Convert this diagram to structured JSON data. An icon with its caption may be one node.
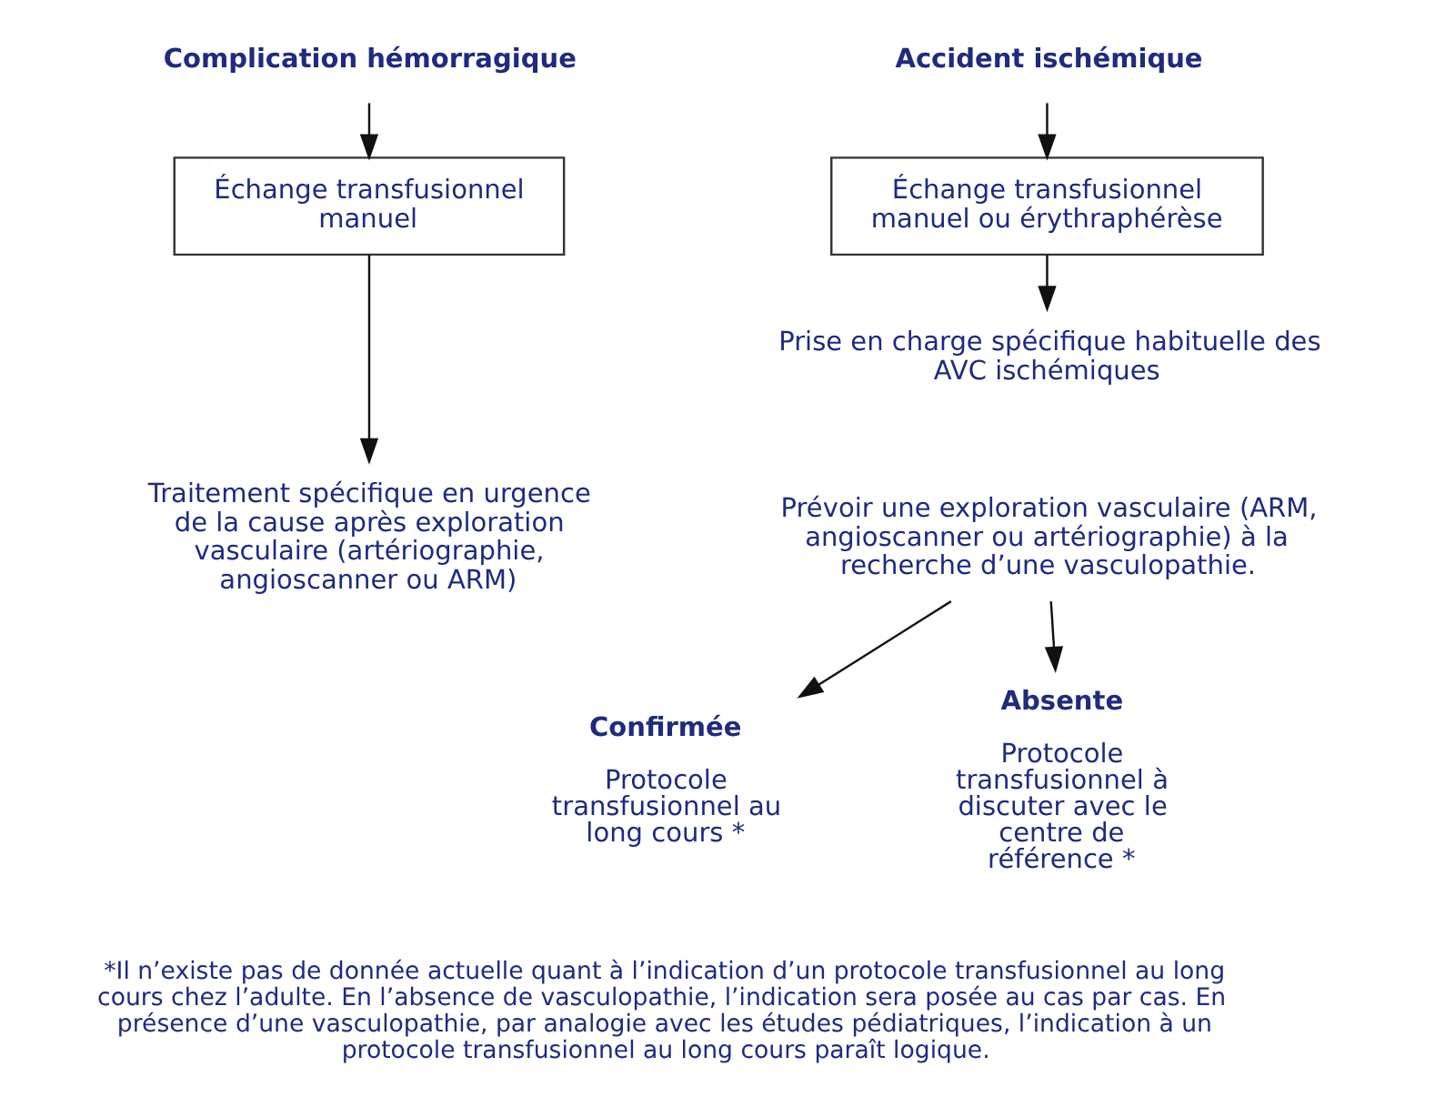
{
  "diagram": {
    "nodes": [
      {
        "text": [
          "Complication hémorragique"
        ]
      },
      {
        "text": [
          "Échange transfusionnel manuel"
        ]
      },
      {
        "text": [
          "Traitement spécifique en urgence de la cause après exploration vasculaire (artériographie, angioscanner ou ARM)"
        ]
      },
      {
        "text": [
          "Accident ischémique"
        ]
      },
      {
        "text": [
          "Échange transfusionnel manuel ou érythraphérèse"
        ]
      },
      {
        "text": [
          "Prise en charge spécifique habituelle des AVC ischémiques"
        ]
      },
      {
        "text": [
          "Prévoir une exploration vasculaire (ARM, angioscanner ou artériographie) à la recherche d’une vasculopathie."
        ]
      },
      {
        "text": [
          "Confirmée",
          "Protocole transfusionnel au long cours *"
        ]
      },
      {
        "text": [
          "Absente",
          "Protocole transfusionnel à discuter avec le centre de référence *"
        ]
      }
    ],
    "edges": [
      {
        "from": 0,
        "to": 1,
        "arrow": "to"
      },
      {
        "from": 1,
        "to": 2,
        "arrow": "to"
      },
      {
        "from": 3,
        "to": 4,
        "arrow": "to"
      },
      {
        "from": 4,
        "to": 5,
        "arrow": "to"
      },
      {
        "from": 6,
        "to": 7,
        "arrow": "to"
      },
      {
        "from": 6,
        "to": 8,
        "arrow": "to"
      }
    ],
    "labels": [
      "*Il n’existe pas de donnée actuelle quant à l’indication d’un protocole transfusionnel au long cours chez l’adulte. En l’absence de vasculopathie, l’indication sera posée au cas par cas. En présence d’une vasculopathie, par analogie avec les études pédiatriques, l’indication à un protocole transfusionnel au long cours paraît logique."
    ]
  }
}
